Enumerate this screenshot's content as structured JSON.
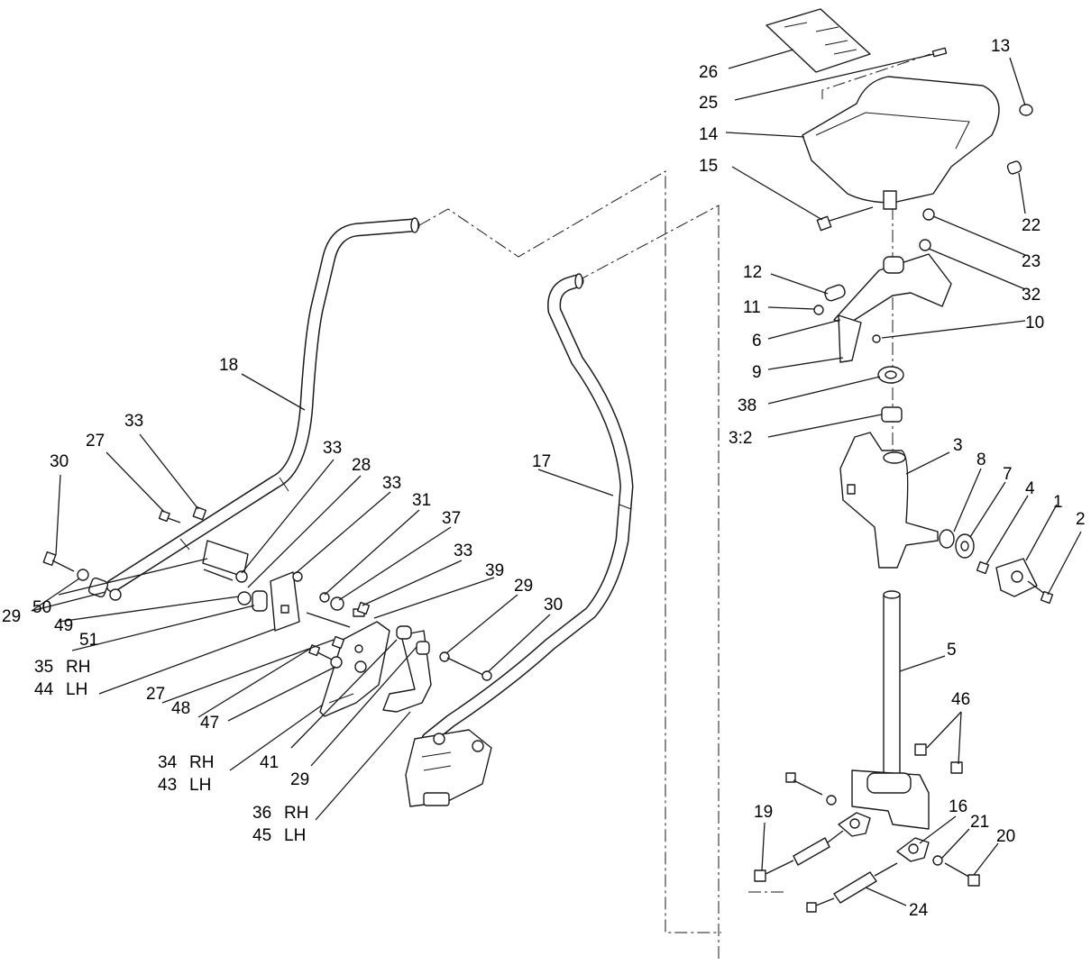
{
  "labels": {
    "l1": "1",
    "l2": "2",
    "l3": "3",
    "l3_2": "3:2",
    "l4": "4",
    "l5": "5",
    "l6": "6",
    "l7": "7",
    "l8": "8",
    "l9": "9",
    "l10": "10",
    "l11": "11",
    "l12": "12",
    "l13": "13",
    "l14": "14",
    "l15": "15",
    "l16": "16",
    "l17": "17",
    "l18": "18",
    "l19": "19",
    "l20": "20",
    "l21": "21",
    "l22": "22",
    "l23": "23",
    "l24": "24",
    "l25": "25",
    "l26": "26",
    "l27a": "27",
    "l27b": "27",
    "l28": "28",
    "l29a": "29",
    "l29b": "29",
    "l29c": "29",
    "l30a": "30",
    "l30b": "30",
    "l31": "31",
    "l32": "32",
    "l33a": "33",
    "l33b": "33",
    "l33c": "33",
    "l33d": "33",
    "l34": "34",
    "l34s": "RH",
    "l43": "43",
    "l43s": "LH",
    "l35": "35",
    "l35s": "RH",
    "l44": "44",
    "l44s": "LH",
    "l36": "36",
    "l36s": "RH",
    "l45": "45",
    "l45s": "LH",
    "l37": "37",
    "l38": "38",
    "l39": "39",
    "l41": "41",
    "l46": "46",
    "l47": "47",
    "l48": "48",
    "l49": "49",
    "l50": "50",
    "l51": "51"
  }
}
